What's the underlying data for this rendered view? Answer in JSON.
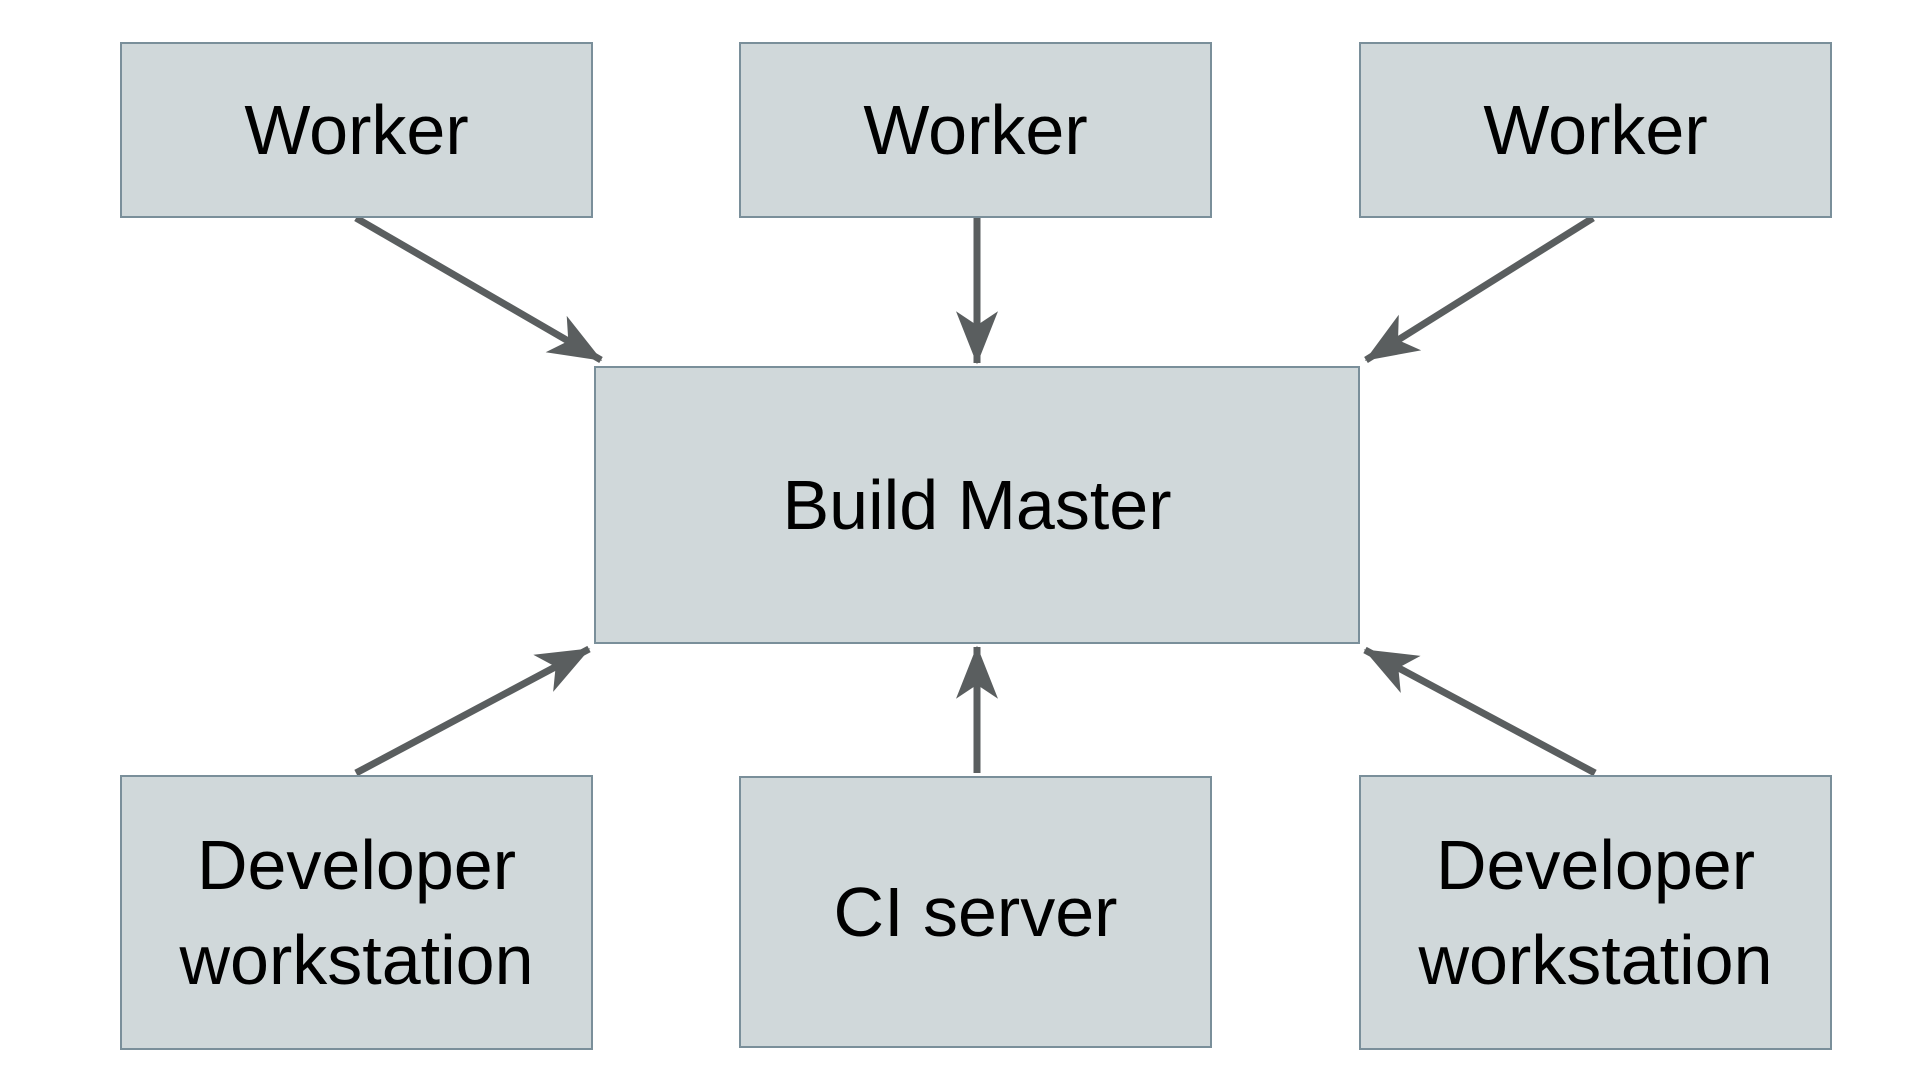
{
  "diagram": {
    "nodes": {
      "worker_1": {
        "label": "Worker"
      },
      "worker_2": {
        "label": "Worker"
      },
      "worker_3": {
        "label": "Worker"
      },
      "build_master": {
        "label": "Build Master"
      },
      "dev_workstation_left": {
        "label": "Developer workstation"
      },
      "ci_server": {
        "label": "CI server"
      },
      "dev_workstation_right": {
        "label": "Developer workstation"
      }
    },
    "edges": [
      {
        "from": "worker_1",
        "to": "build_master",
        "direction": "down-right"
      },
      {
        "from": "worker_2",
        "to": "build_master",
        "direction": "down"
      },
      {
        "from": "worker_3",
        "to": "build_master",
        "direction": "down-left"
      },
      {
        "from": "dev_workstation_left",
        "to": "build_master",
        "direction": "up-right"
      },
      {
        "from": "ci_server",
        "to": "build_master",
        "direction": "up"
      },
      {
        "from": "dev_workstation_right",
        "to": "build_master",
        "direction": "up-left"
      }
    ],
    "colors": {
      "node_fill": "#d0d8da",
      "node_border": "#7a8f9a",
      "arrow": "#5a5e5f",
      "text": "#000000",
      "background": "#ffffff"
    }
  }
}
